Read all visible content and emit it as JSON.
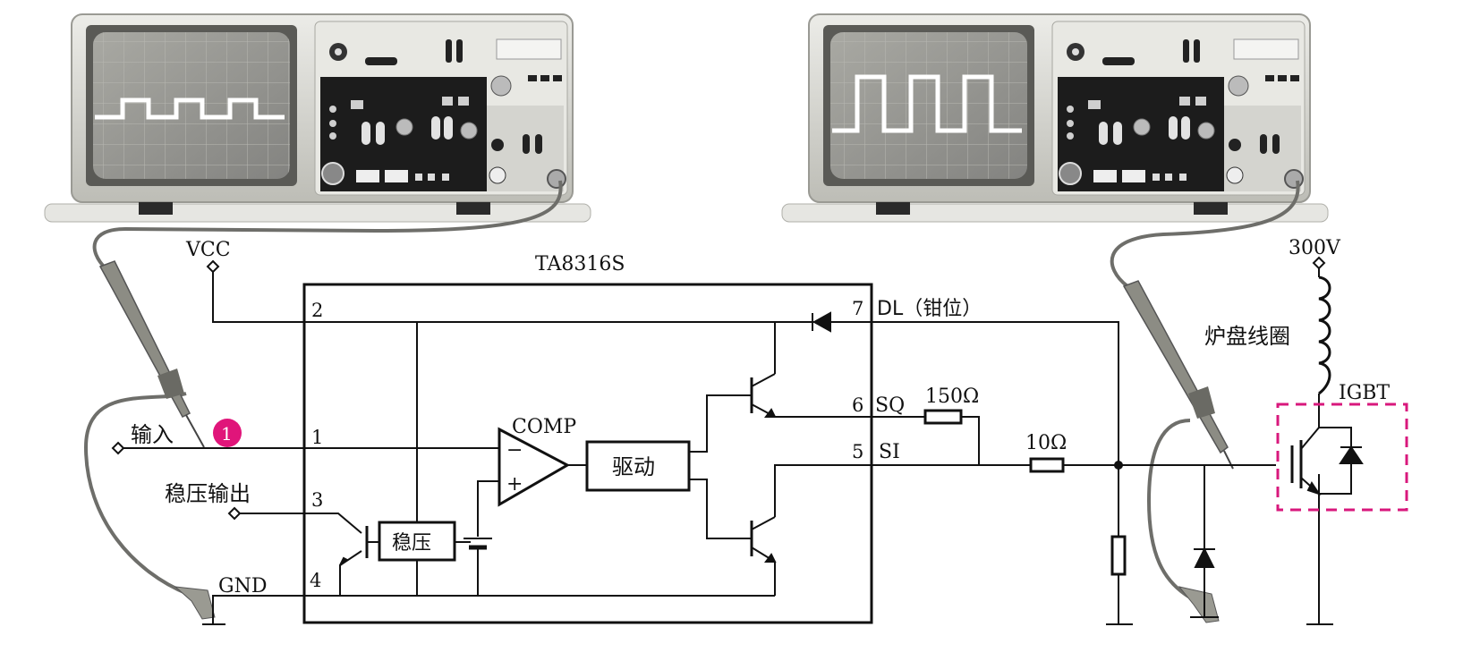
{
  "ic": {
    "name": "TA8316S",
    "pins": {
      "p1": "1",
      "p2": "2",
      "p3": "3",
      "p4": "4",
      "p5": "5",
      "p6": "6",
      "p7": "7"
    },
    "comp_label": "COMP",
    "minus": "−",
    "plus": "+",
    "driver_label": "驱动",
    "regulator_label": "稳压"
  },
  "labels": {
    "vcc": "VCC",
    "gnd": "GND",
    "input": "输入",
    "input_marker": "1",
    "reg_output": "稳压输出",
    "pin7": "DL（钳位）",
    "pin6": "SQ",
    "pin5": "SI",
    "r1": "150Ω",
    "r2": "10Ω",
    "hv": "300V",
    "coil": "炉盘线圈",
    "igbt": "IGBT"
  },
  "colors": {
    "line": "#111111",
    "marker": "#e0157a",
    "igbt_box": "#d8187c",
    "scope_body": "#d9d9d4",
    "scope_screen": "#9a9a94",
    "scope_panel": "#1c1c1c",
    "probe": "#8c8c84"
  },
  "scopes": [
    {
      "name": "left",
      "waveform": "small-amplitude square wave"
    },
    {
      "name": "right",
      "waveform": "large-amplitude square wave"
    }
  ]
}
